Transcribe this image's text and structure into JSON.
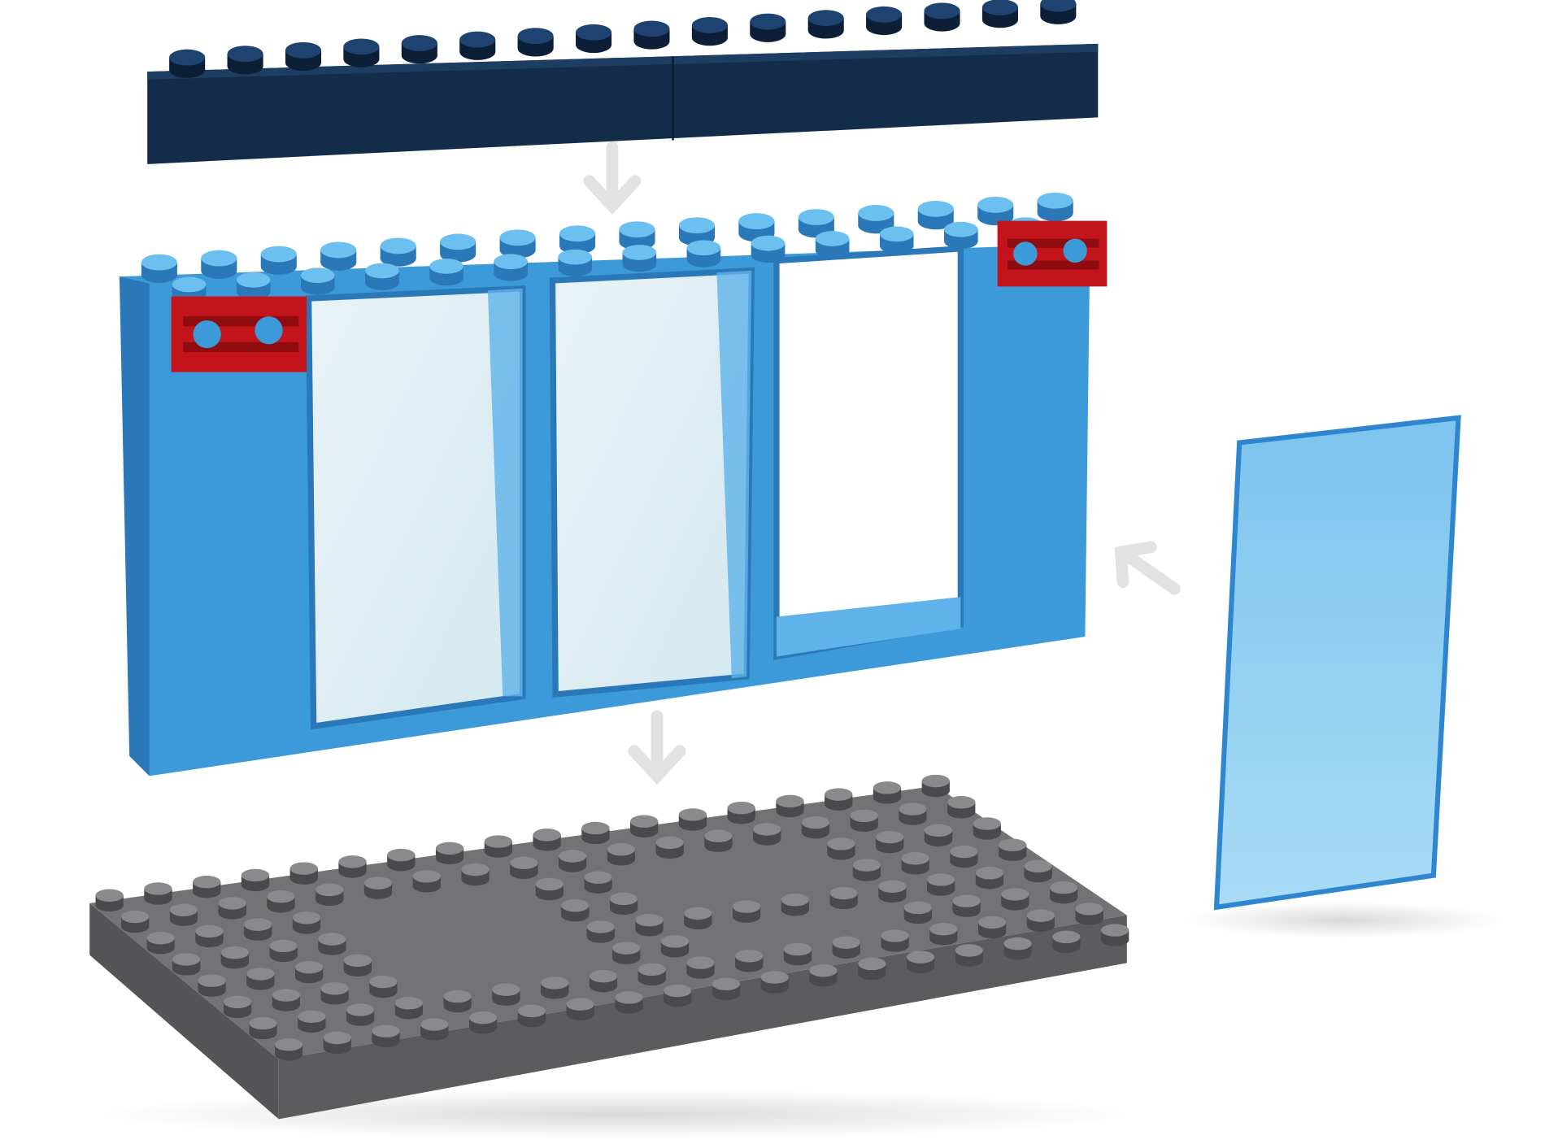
{
  "image": {
    "subject": "building-bricks-assembly",
    "parts": [
      "navy-brick-bar",
      "blue-window-wall",
      "window-glass-panel",
      "grey-baseplate"
    ]
  },
  "colors": {
    "background": "#ffffff",
    "navy": "#14304f",
    "navy_dark": "#0c1f36",
    "blue": "#3d9ad9",
    "blue_dark": "#2a78b8",
    "blue_light": "#5fb3ea",
    "red": "#c2141a",
    "glass": "#e6f1f5",
    "panel": "#6fb8e6",
    "grey": "#6b6b6d",
    "grey_dark": "#4a4a4c",
    "arrow": "#e2e2e2"
  },
  "arrows": [
    "down",
    "down",
    "up-left"
  ]
}
